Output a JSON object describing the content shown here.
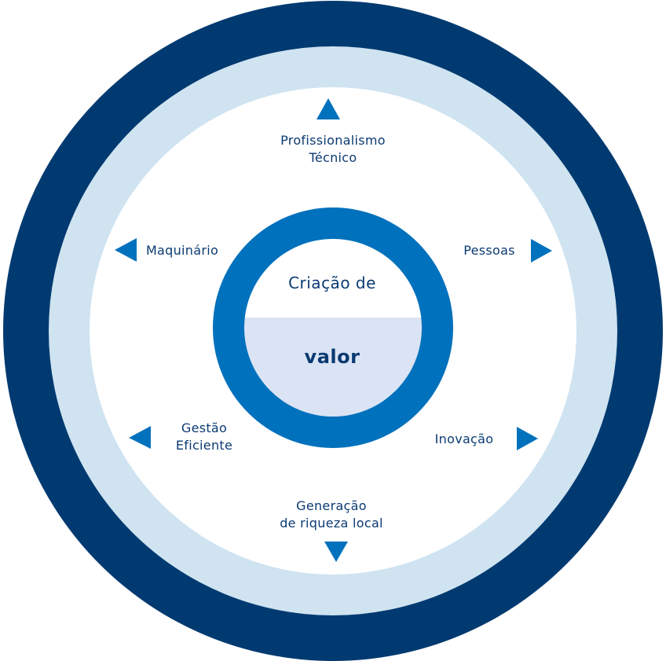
{
  "diagram": {
    "center": {
      "line1": "Criação de",
      "line2": "valor"
    },
    "items": [
      {
        "id": "top",
        "line1": "Profissionalismo",
        "line2": "Técnico",
        "arrow": "up"
      },
      {
        "id": "right-upper",
        "line1": "Pessoas",
        "arrow": "right"
      },
      {
        "id": "right-lower",
        "line1": "Inovação",
        "arrow": "right"
      },
      {
        "id": "bottom",
        "line1": "Generação",
        "line2": "de riqueza local",
        "arrow": "down"
      },
      {
        "id": "left-lower",
        "line1": "Gestão",
        "line2": "Eficiente",
        "arrow": "left"
      },
      {
        "id": "left-upper",
        "line1": "Maquinário",
        "arrow": "left"
      }
    ],
    "colors": {
      "outer_ring": "#003a70",
      "light_ring": "#cfe3f1",
      "inner_ring": "#0071bc",
      "center_fill_bottom": "#dbe4f4",
      "arrow": "#0071bc",
      "text": "#0b3a72"
    }
  }
}
